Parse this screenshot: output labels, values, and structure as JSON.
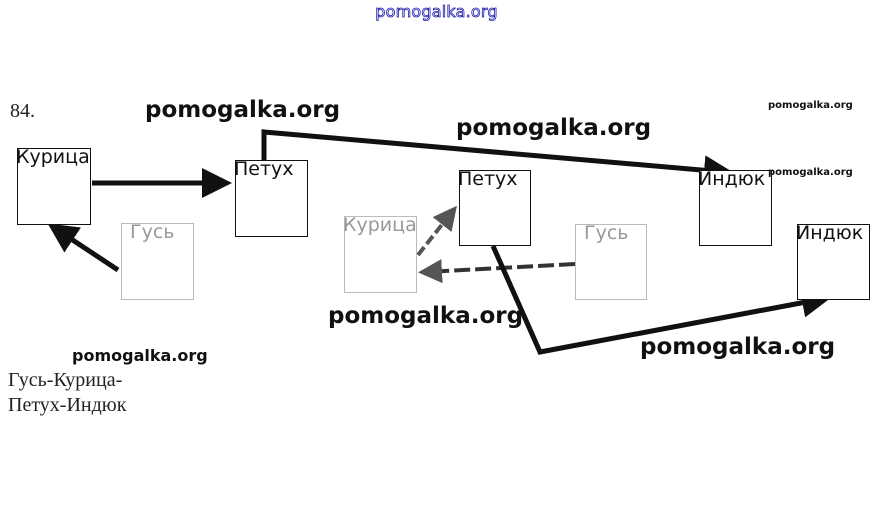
{
  "watermark_top": "pomogalka.org",
  "problem_number": "84.",
  "watermarks": [
    "pomogalka.org",
    "pomogalka.org",
    "pomogalka.org",
    "pomogalka.org",
    "pomogalka.org",
    "pomogalka.org",
    "pomogalka.org"
  ],
  "diagram_left": {
    "nodes": [
      {
        "id": "kuritsa",
        "label": "Курица"
      },
      {
        "id": "petukh",
        "label": "Петух"
      },
      {
        "id": "gus",
        "label": "Гусь"
      }
    ],
    "edges": [
      {
        "from": "gus",
        "to": "kuritsa"
      },
      {
        "from": "kuritsa",
        "to": "petukh"
      },
      {
        "from": "petukh",
        "to": "indyuk_1"
      }
    ]
  },
  "diagram_right": {
    "nodes": [
      {
        "id": "kuritsa_2",
        "label": "Курица"
      },
      {
        "id": "petukh_2",
        "label": "Петух"
      },
      {
        "id": "gus_2",
        "label": "Гусь"
      },
      {
        "id": "indyuk_1",
        "label": "Индюк"
      },
      {
        "id": "indyuk_2",
        "label": "Индюк"
      }
    ],
    "edges": [
      {
        "from": "gus_2",
        "to": "kuritsa_2"
      },
      {
        "from": "kuritsa_2",
        "to": "petukh_2"
      },
      {
        "from": "petukh_2",
        "to": "indyuk_2"
      }
    ]
  },
  "answer": {
    "line1": "Гусь-Курица-",
    "line2": "Петух-Индюк"
  }
}
